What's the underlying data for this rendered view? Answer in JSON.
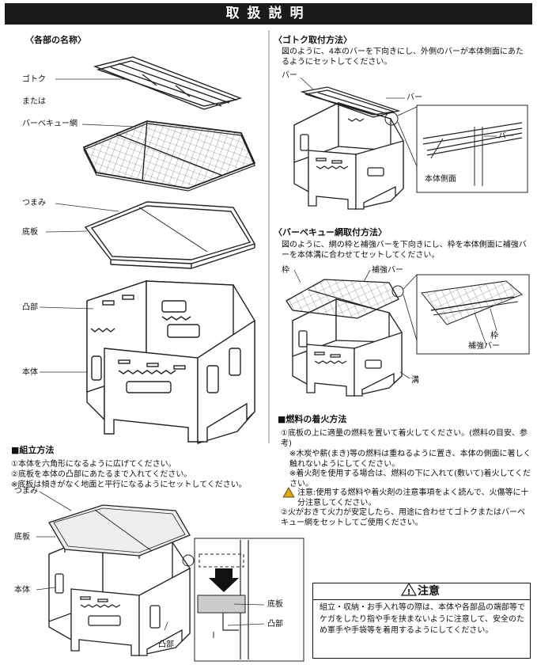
{
  "header": {
    "title": "取扱説明"
  },
  "parts": {
    "heading": "〈各部の名称〉",
    "labels": {
      "gotoku": "ゴトク",
      "matawa": "または",
      "bbq_net": "バーベキュー網",
      "tsumami": "つまみ",
      "soko_ita": "底板",
      "totsubu": "凸部",
      "hontai": "本体"
    }
  },
  "assembly": {
    "heading": "■組立方法",
    "steps": [
      "①本体を六角形になるように広げてください。",
      "②底板を本体の凸部にあたるまで入れてください。",
      "※底板は傾きがなく地面と平行になるようにセットしてください。"
    ],
    "labels": {
      "tsumami": "つまみ",
      "soko_ita": "底板",
      "hontai": "本体",
      "totsubu": "凸部",
      "detail_soko_ita": "底板",
      "detail_totsubu": "凸部"
    }
  },
  "gotoku_install": {
    "heading": "〈ゴトク取付方法〉",
    "desc": "図のように、4本のバーを下向きにし、外側のバーが本体側面にあたるようにセットしてください。",
    "labels": {
      "bar_left": "バー",
      "bar_right": "バー",
      "bar_detail": "バー",
      "side": "本体側面"
    }
  },
  "net_install": {
    "heading": "〈バーベキュー網取付方法〉",
    "desc": "図のように、網の枠と補強バーを下向きにし、枠を本体側面に補強バーを本体溝に合わせてセットしてください。",
    "labels": {
      "waku": "枠",
      "hokyo_bar": "補強バー",
      "detail_waku": "枠",
      "detail_hokyo_bar": "補強バー",
      "mizo": "溝"
    }
  },
  "ignition": {
    "heading": "■燃料の着火方法",
    "step1": "①底板の上に適量の燃料を置いて着火してください。(燃料の目安、参考)",
    "note1": "※木炭や薪(まき)等の燃料は重ねるように置き、本体の側面に著しく触れないようにしてください。",
    "note2": "※着火剤を使用する場合は、燃料の下に入れて(敷いて)着火してください。",
    "warn": "注意:使用する燃料や着火剤の注意事項をよく読んで、火傷等に十分注意してください。",
    "step2": "②火がおきて火力が安定したら、用途に合わせてゴトクまたはバーベキュー網をセットしてご使用ください。"
  },
  "caution": {
    "title": "注意",
    "body": "組立・収納・お手入れ等の際は、本体や各部品の端部等でケガをしたり指や手を挟まないように注意して、安全のため軍手や手袋等を着用するようにしてください。"
  }
}
